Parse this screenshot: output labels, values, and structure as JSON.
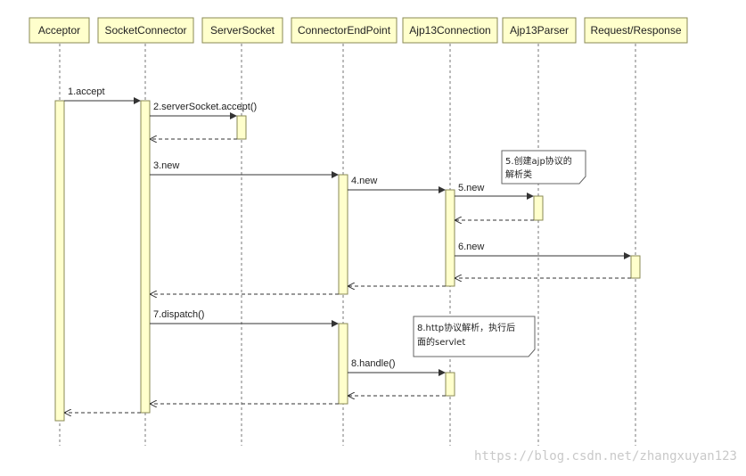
{
  "participants": [
    "Acceptor",
    "SocketConnector",
    "ServerSocket",
    "ConnectorEndPoint",
    "Ajp13Connection",
    "Ajp13Parser",
    "Request/Response"
  ],
  "messages": {
    "m1": "1.accept",
    "m2": "2.serverSocket.accept()",
    "m3": "3.new",
    "m4": "4.new",
    "m5": "5.new",
    "m6": "6.new",
    "m7": "7.dispatch()",
    "m8": "8.handle()"
  },
  "notes": {
    "n5_line1": "5.创建ajp协议的",
    "n5_line2": "解析类",
    "n8_line1": "8.http协议解析，执行后",
    "n8_line2": "面的servlet"
  },
  "watermark": "https://blog.csdn.net/zhangxuyan123",
  "colors": {
    "box_fill": "#ffffcc",
    "box_stroke": "#8a8a55",
    "line": "#333333"
  }
}
